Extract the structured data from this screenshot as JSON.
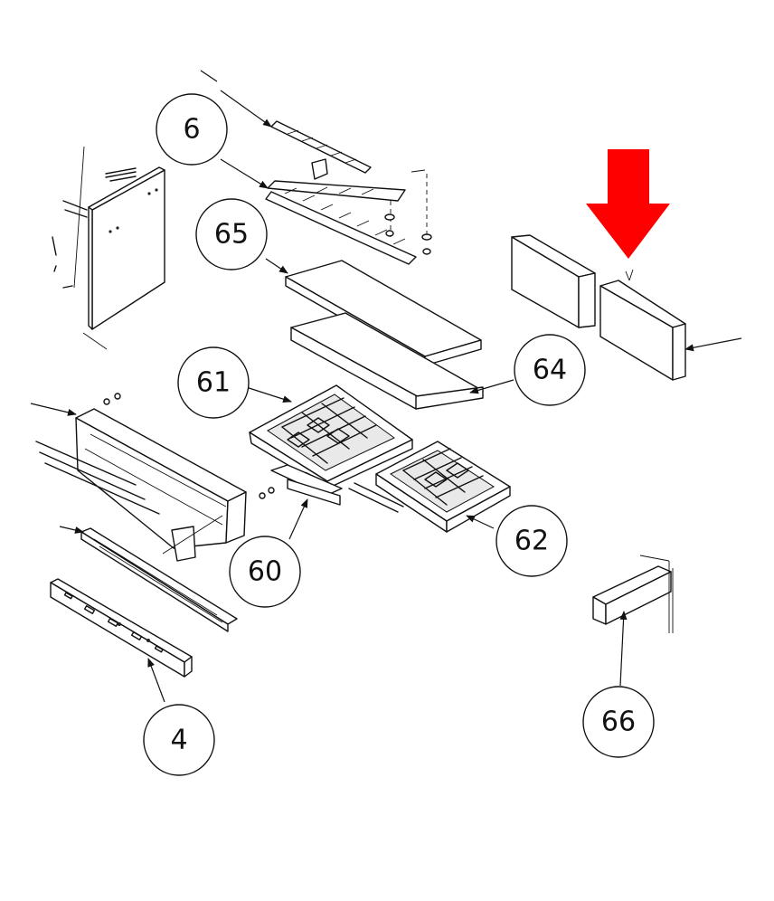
{
  "callouts": {
    "c6": "6",
    "c65": "65",
    "c61": "61",
    "c64": "64",
    "c60": "60",
    "c62": "62",
    "c4": "4",
    "c66": "66"
  },
  "colors": {
    "highlight_arrow": "#ff0000",
    "lines": "#111111",
    "background": "#ffffff"
  }
}
